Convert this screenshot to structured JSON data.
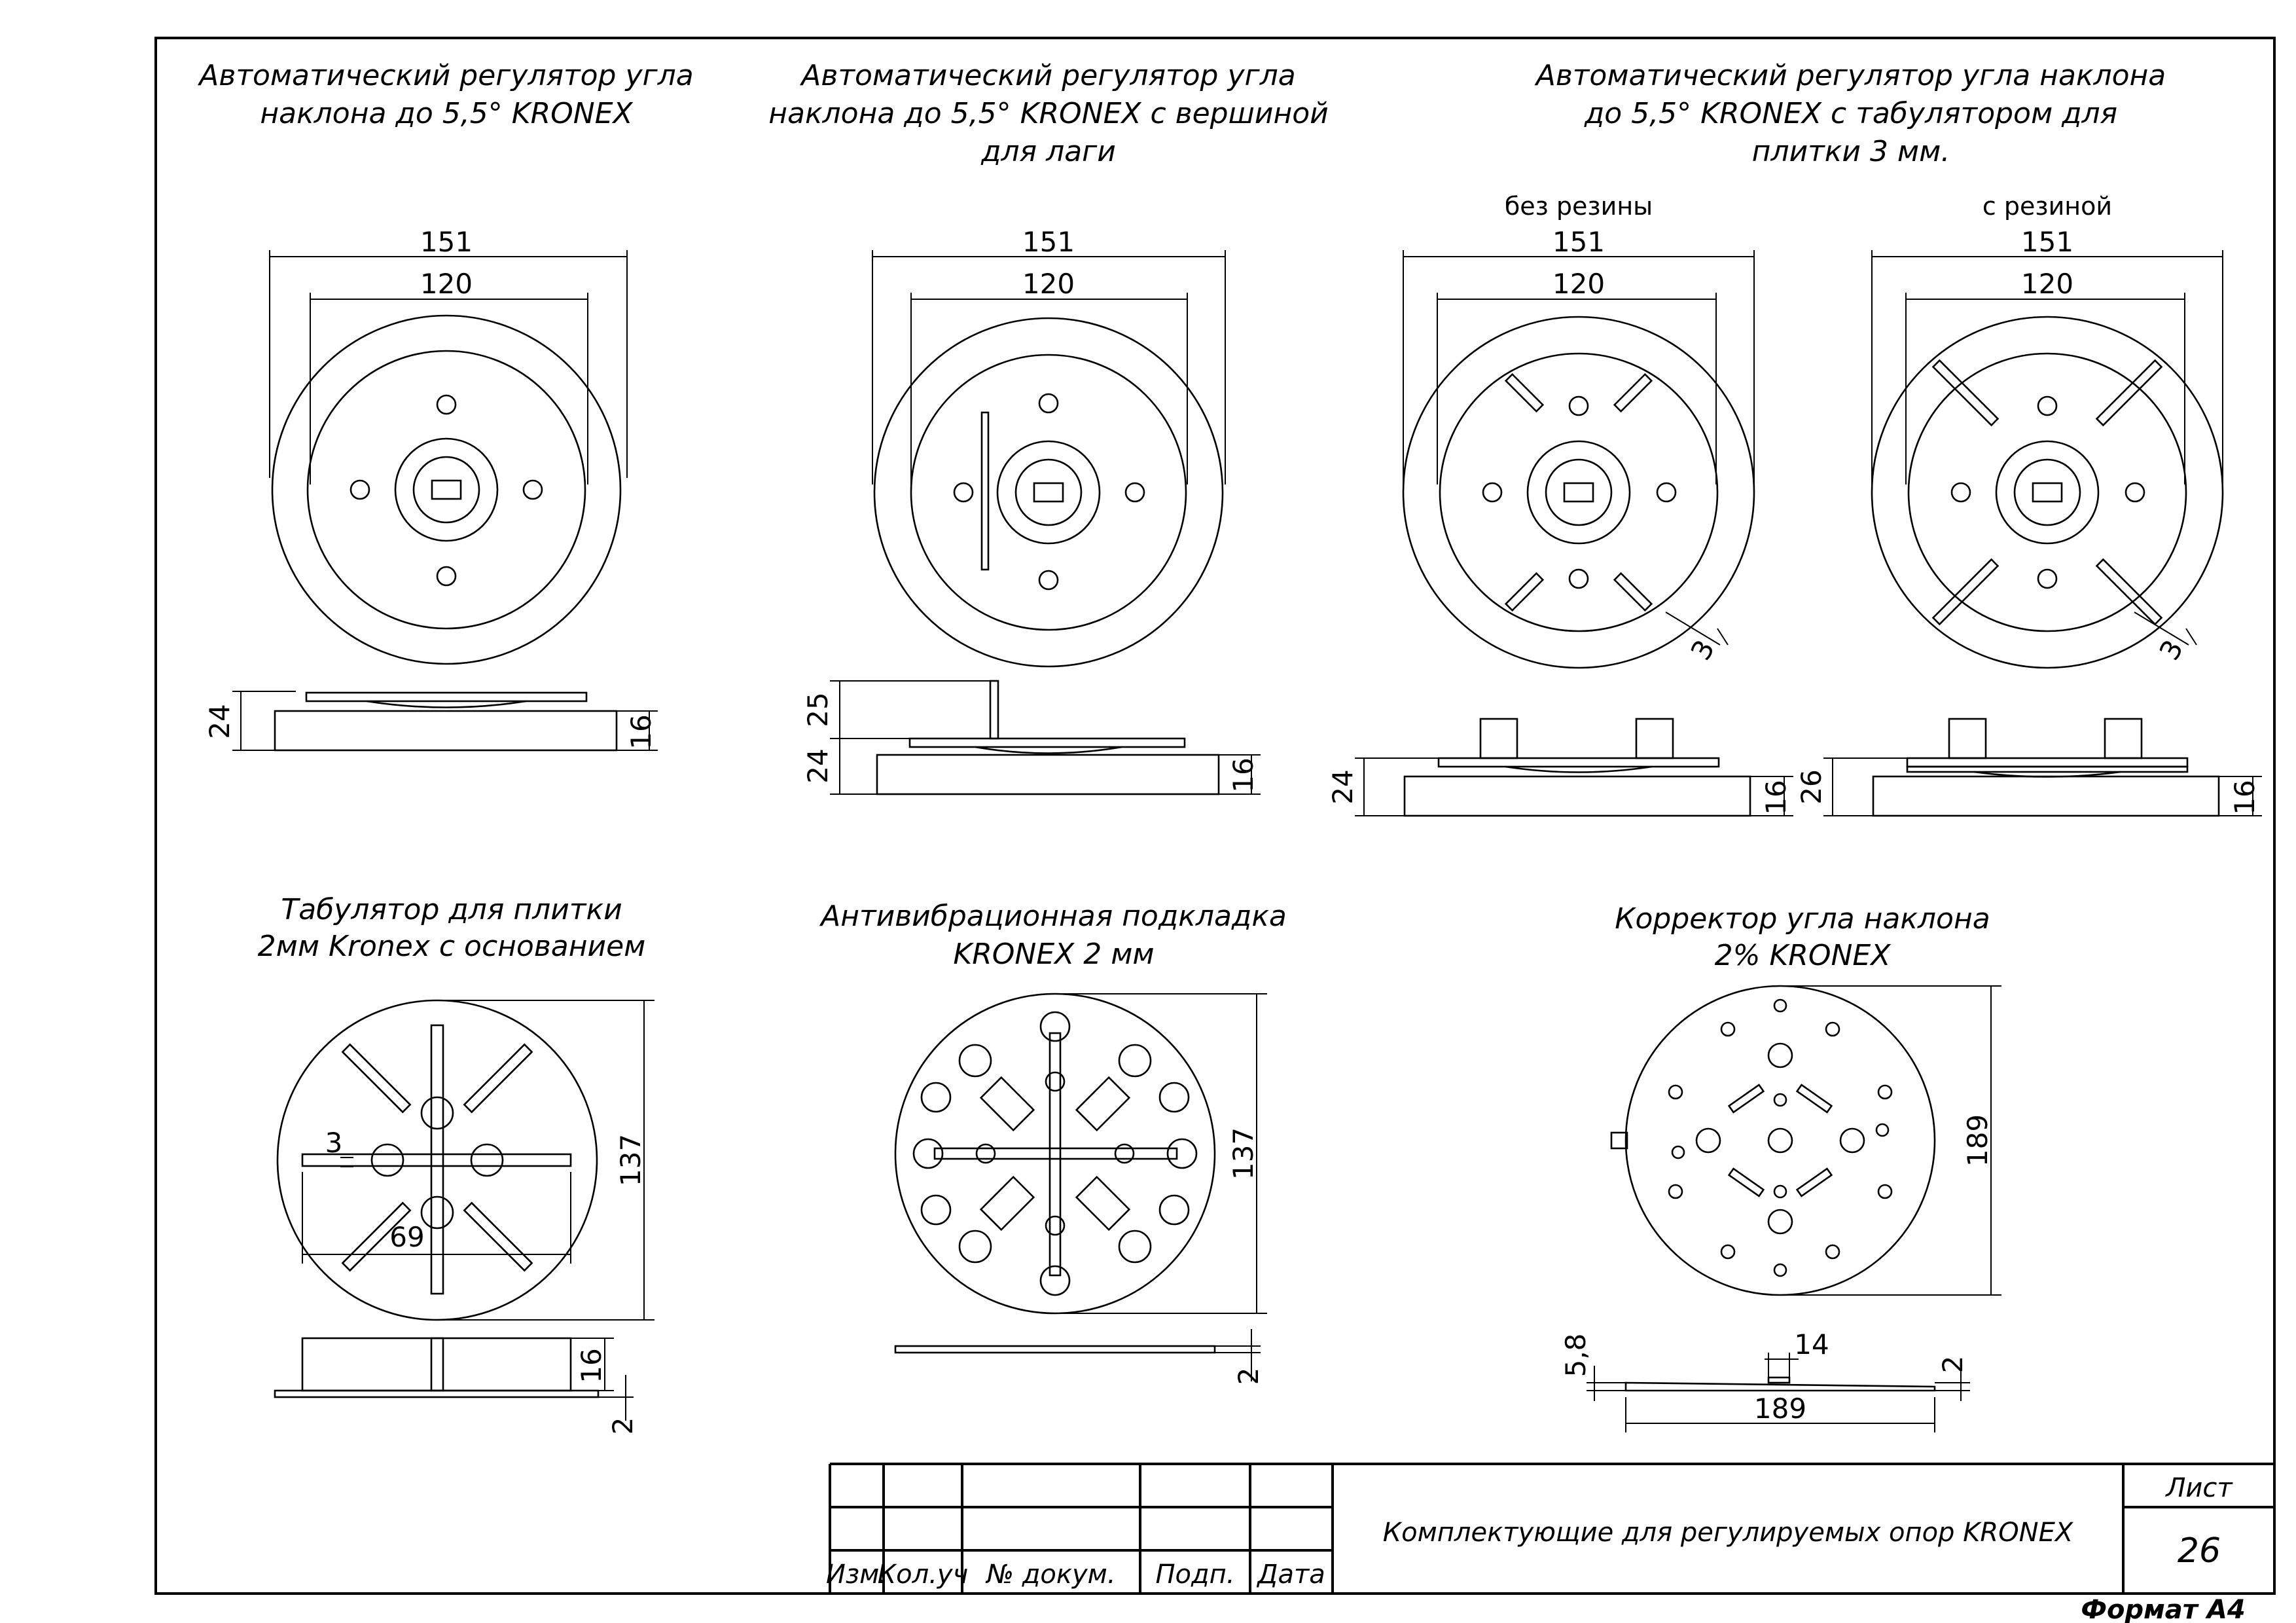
{
  "drawings": {
    "regulator_basic": {
      "title_line1": "Автоматический регулятор угла",
      "title_line2": "наклона до 5,5° KRONEX",
      "dim_outer": "151",
      "dim_inner": "120",
      "dim_height": "24",
      "dim_base": "16"
    },
    "regulator_lag": {
      "title_line1": "Автоматический регулятор угла",
      "title_line2": "наклона до 5,5° KRONEX с вершиной",
      "title_line3": "для лаги",
      "dim_outer": "151",
      "dim_inner": "120",
      "dim_top": "25",
      "dim_height": "24",
      "dim_base": "16"
    },
    "regulator_tab": {
      "title_line1": "Автоматический регулятор угла наклона",
      "title_line2": "до 5,5° KRONEX с табулятором для",
      "title_line3": "плитки 3 мм.",
      "left": {
        "label": "без резины",
        "dim_outer": "151",
        "dim_inner": "120",
        "dim_gap": "3",
        "dim_height": "24",
        "dim_base": "16"
      },
      "right": {
        "label": "с резиной",
        "dim_outer": "151",
        "dim_inner": "120",
        "dim_gap": "3",
        "dim_height": "26",
        "dim_base": "16"
      }
    },
    "tabulator": {
      "title_line1": "Табулятор для плитки",
      "title_line2": "2мм Kronex с основанием",
      "dim_width": "3",
      "dim_length": "69",
      "dim_diameter": "137",
      "dim_height": "16",
      "dim_base": "2"
    },
    "antivibration": {
      "title_line1": "Антивибрационная подкладка",
      "title_line2": "KRONEX 2 мм",
      "dim_diameter": "137",
      "dim_thickness": "2"
    },
    "corrector": {
      "title_line1": "Корректор угла наклона",
      "title_line2": "2% KRONEX",
      "dim_diameter": "189",
      "dim_tab": "14",
      "dim_height": "5,8",
      "dim_thickness": "2",
      "dim_length": "189"
    }
  },
  "title_block": {
    "columns": [
      "Изм.",
      "Кол.уч",
      "№ докум.",
      "Подп.",
      "Дата"
    ],
    "sheet_title": "Комплектующие для регулируемых опор KRONEX",
    "sheet_label": "Лист",
    "sheet_number": "26"
  },
  "format_label": "Формат А4"
}
